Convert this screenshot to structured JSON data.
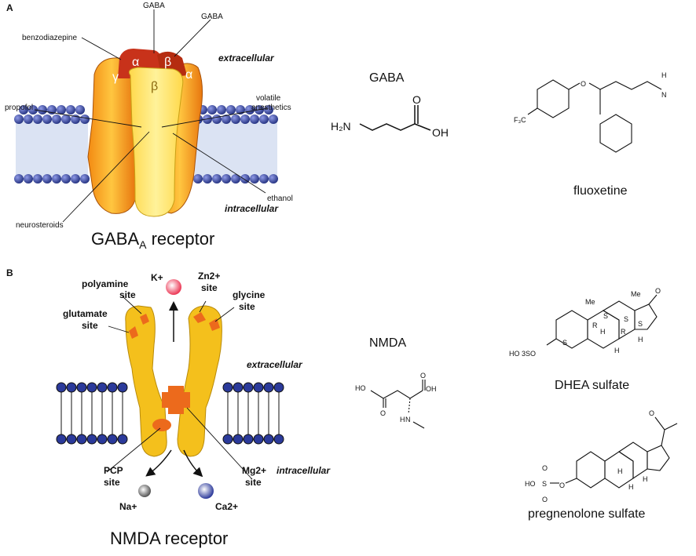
{
  "panel_a": {
    "letter": "A",
    "title_main": "GABA",
    "title_sub": "A",
    "title_rest": " receptor",
    "extracellular": "extracellular",
    "intracellular": "intracellular",
    "labels": {
      "gaba_top": "GABA",
      "gaba_right": "GABA",
      "benzodiazepine": "benzodiazepine",
      "propofol": "propofol",
      "volatile_1": "volatile",
      "volatile_2": "anesthetics",
      "ethanol": "ethanol",
      "neurosteroids": "neurosteroids"
    },
    "subunits": {
      "gamma": "γ",
      "alpha": "α",
      "beta": "β"
    }
  },
  "panel_b": {
    "letter": "B",
    "title": "NMDA receptor",
    "extracellular": "extracellular",
    "intracellular": "intracellular",
    "labels": {
      "k": "K+",
      "zn_1": "Zn2+",
      "zn_2": "site",
      "polyamine_1": "polyamine",
      "polyamine_2": "site",
      "glycine_1": "glycine",
      "glycine_2": "site",
      "glutamate_1": "glutamate",
      "glutamate_2": "site",
      "pcp_1": "PCP",
      "pcp_2": "site",
      "mg_1": "Mg2+",
      "mg_2": "site",
      "na": "Na+",
      "ca": "Ca2+"
    }
  },
  "molecules": {
    "gaba": {
      "name": "GABA",
      "atoms": {
        "n": "H₂N",
        "o": "O",
        "oh": "OH"
      }
    },
    "nmda": {
      "name": "NMDA",
      "atoms": {
        "ho1": "HO",
        "o1": "O",
        "oh": "OH",
        "o2": "O",
        "nh": "N",
        "h": "H"
      }
    },
    "fluoxetine": {
      "name": "fluoxetine",
      "atoms": {
        "cf3": "F₃C",
        "o": "O",
        "n": "N",
        "h": "H"
      }
    },
    "dhea": {
      "name": "DHEA sulfate",
      "atoms": {
        "me1": "Me",
        "me2": "Me",
        "o": "O",
        "hoso": "HO 3SO",
        "s1": "S",
        "s2": "S",
        "s3": "S",
        "s4": "S",
        "r1": "R",
        "r2": "R",
        "h1": "H",
        "h2": "H",
        "h3": "H"
      }
    },
    "pregnenolone": {
      "name": "pregnenolone sulfate",
      "atoms": {
        "o_top": "O",
        "s": "S",
        "o1": "O",
        "o2": "O",
        "ho": "HO",
        "o3": "O",
        "h1": "H",
        "h2": "H",
        "h3": "H"
      }
    }
  },
  "colors": {
    "membrane_blue": "#2b3a9a",
    "lipid_tail": "#cfd8ee",
    "gaba_orange": "#f7a21b",
    "gaba_red": "#c33a12",
    "gaba_yellow": "#ffe36a",
    "nmda_yellow": "#f6c21a",
    "nmda_orange": "#ec6a1c",
    "k_ion": "#f0556a",
    "na_ion": "#777777",
    "ca_ion": "#4a56b0"
  }
}
